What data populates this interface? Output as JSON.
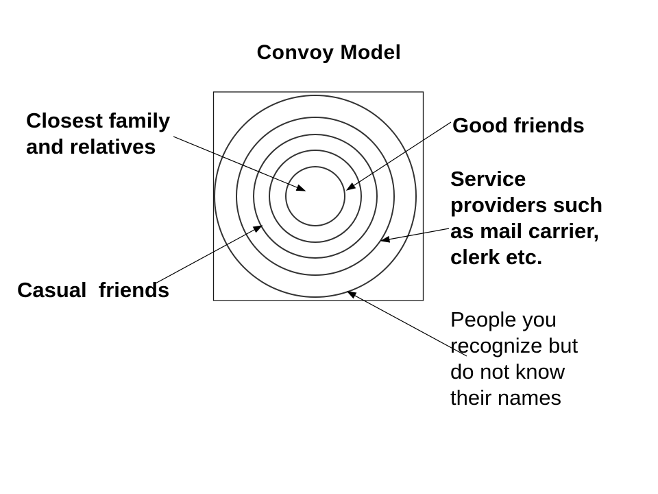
{
  "title": "Convoy Model",
  "colors": {
    "background": "#ffffff",
    "text": "#000000",
    "ring_stroke": "#333333",
    "connector_stroke": "#000000"
  },
  "diagram": {
    "type": "concentric-circles",
    "rings_count": 5,
    "frame": "square"
  },
  "annotations": {
    "closest_family": {
      "text": "Closest family\nand relatives",
      "target": "innermost circle"
    },
    "good_friends": {
      "text": "Good friends",
      "target": "innermost circle edge"
    },
    "service_providers": {
      "text": "Service\nproviders such\nas mail carrier,\nclerk etc.",
      "target": "fourth ring"
    },
    "casual_friends": {
      "text": "Casual  friends",
      "target": "third circle"
    },
    "people_recognize": {
      "text": "People you\nrecognize but\ndo not know\ntheir names",
      "target": "outermost circle"
    }
  }
}
